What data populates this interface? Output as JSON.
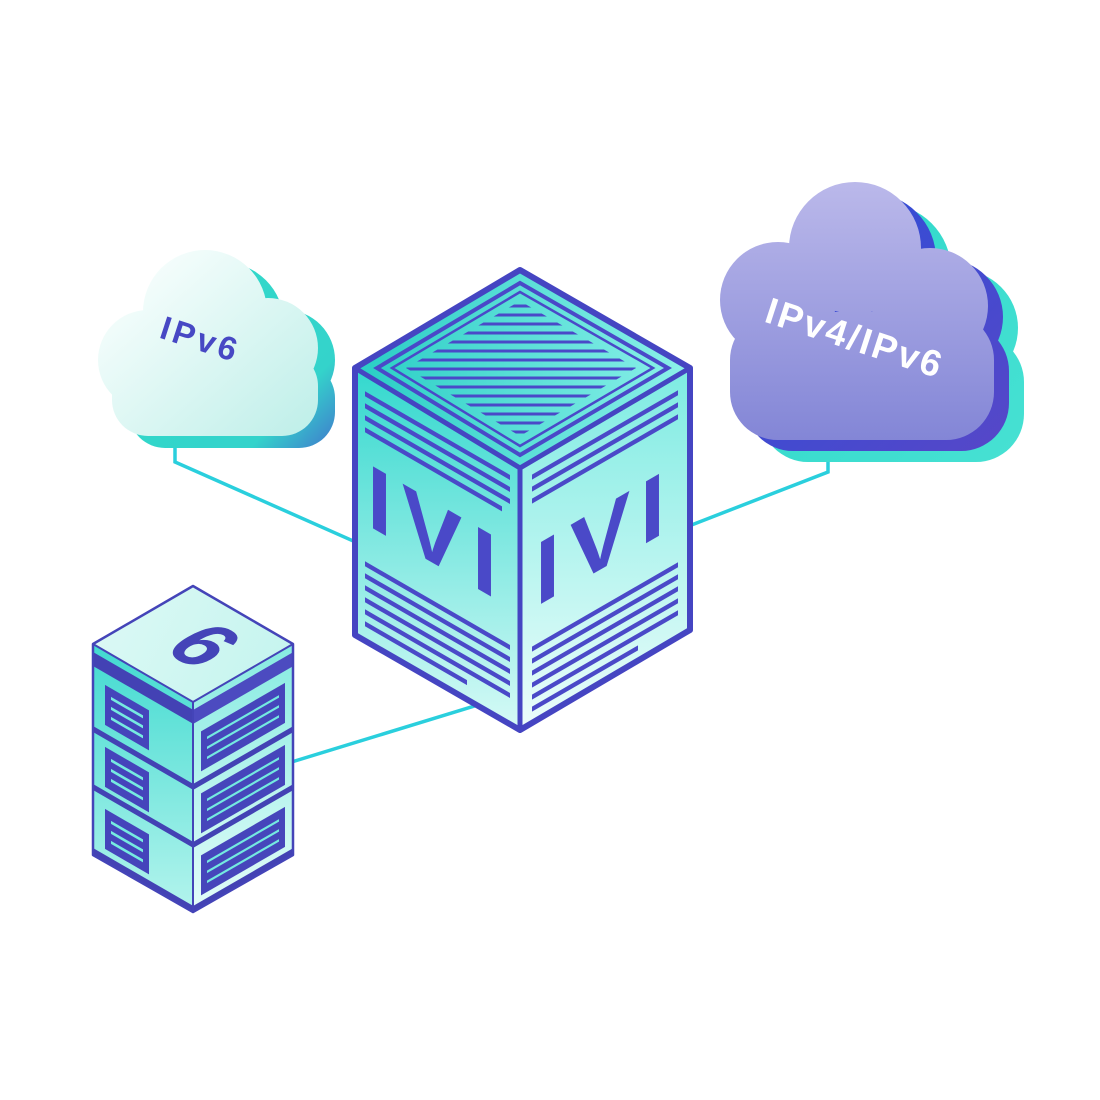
{
  "illustration": {
    "name": "IVI IPv4/IPv6 translation network illustration",
    "left_cloud": {
      "label": "IPv6"
    },
    "right_cloud": {
      "label": "IPv4/IPv6"
    },
    "translator": {
      "left_face_label": "IVI",
      "right_face_label": "IVI"
    },
    "server": {
      "top_label": "6"
    },
    "colors": {
      "teal_accent": "#2ed7c9",
      "indigo_line": "#4a49c8",
      "cyan_connector": "#2acfdd",
      "purple_cloud": "#8a8cd8",
      "blue_accent": "#2d4ed8",
      "pale_face": "#d9f8f4"
    }
  }
}
